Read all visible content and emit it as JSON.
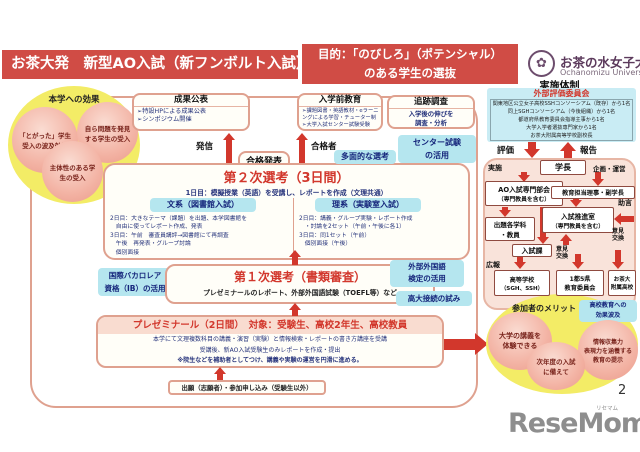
{
  "header": {
    "title": "お茶大発　新型AO入試（新フンボルト入試）",
    "purpose_line1": "目的：「のびしろ」（ポテンシャル）",
    "purpose_line2": "のある学生の選抜",
    "university_ja": "お茶の水女子大学",
    "university_en": "Ochanomizu University",
    "crest_icon": "✿"
  },
  "left": {
    "effects": {
      "title": "本学への効果",
      "circle1": "「とがった」学生受入の波及効果",
      "circle2": "自ら問題を発見する学生の受入",
      "circle3": "主体性のある学生の受入"
    },
    "seika": {
      "title": "成果公表",
      "items": [
        "特設HPによる成果公表",
        "シンポジウム開催"
      ]
    },
    "hasshin": "発信",
    "goukaku_happyou": "合格発表",
    "goukakusha": "合格者",
    "nyugakumae": {
      "title": "入学前教育",
      "items": [
        "課題図書・英語教材・eラーニングによる学習・チューター制",
        "大学入試センター試験受験"
      ]
    },
    "tsuiseki": {
      "title": "追跡調査",
      "line1": "入学後の伸びを",
      "line2": "調査・分析"
    },
    "center_katsuyou_line1": "センター試験",
    "center_katsuyou_line2": "の活用",
    "tamenteki": "多面的な選考",
    "senkou2": {
      "title": "第２次選考（3日間）",
      "day1": "1日目：模擬授業（英語）を受講し、レポートを作成（文理共通）",
      "bunkei_header": "文系（図書館入試）",
      "bunkei_lines": [
        "2日目：大きなテーマ（課題）を出題、本学図書館を",
        "　自由に使ってレポート作成、発表",
        "3日目：午前　審査員講評→図書館にて再調査",
        "　午後　再発表・グループ討論",
        "　個別面接"
      ],
      "rikei_header": "理系（実験室入試）",
      "rikei_lines": [
        "2日目：講義・グループ実験・レポート作成",
        "　・討論を2セット（午前・午後に各1）",
        "3日目：同1セット（午前）",
        "　個別面接（午後）"
      ]
    },
    "ib_line1": "国際バカロレア",
    "ib_line2": "資格（IB）の活用",
    "senkou1": {
      "title": "第１次選考（書類審査）",
      "body": "プレゼミナールのレポート、外部外国語試験（TOEFL等）など"
    },
    "gaikokugo_line1": "外部外国語",
    "gaikokugo_line2": "検定の活用",
    "koudai_setsuzoku": "高大接続の試み",
    "presemi": {
      "title": "プレゼミナール（2日間）　対象：受験生、高校2年生、高校教員",
      "line1": "本学にて文理複数科目の講義・演習（実験）と情報検索・レポートの書き方講座を受講",
      "line2": "受講後、新AO入試受験生のみレポートを作成・提出",
      "line3": "※院生などを補助者としてつけ、講義や実験の運営を円滑に進める。"
    },
    "shutsugan": "出願（志願者）・参加申し込み（受験生以外）"
  },
  "right": {
    "jisshi_taisei": "実施体制",
    "committee": {
      "title": "外部評価委員会",
      "members": [
        "関東地区公立女子高校SSHコンソーシアム（既存）から1名",
        "同上SGHコンソーシアム（今後組織）から1名",
        "都道府県教育委員会指導主事から1名",
        "大学入学者選抜専門家から1名",
        "お茶大附属高等学校副校長"
      ]
    },
    "hyouka": "評価",
    "houkoku": "報告",
    "org": {
      "gakuchou": "学長",
      "jisshi": "実施",
      "kikaku_unei": "企画・運営",
      "ao_line1": "AO入試専門部会",
      "ao_line2": "（専門教員を含む）",
      "riji": "教育担当理事・副学長",
      "shutsudai_line1": "出題各学科",
      "shutsudai_line2": "・教員",
      "suishin_line1": "入試推進室",
      "suishin_line2": "（専門教員を含む）",
      "jogen": "助言",
      "nyushika": "入試課",
      "iken_line1": "意見",
      "iken_line2": "交換",
      "kouhou": "広報"
    },
    "schools": [
      {
        "line1": "高等学校",
        "line2": "（SGH、SSH）"
      },
      {
        "line1": "1都5県",
        "line2": "教育委員会"
      },
      {
        "line1": "お茶大",
        "line2": "附属高校"
      }
    ],
    "merit": {
      "title": "参加者のメリット",
      "hakyuu_line1": "高校教育への",
      "hakyuu_line2": "効果波及",
      "circle1_line1": "大学の講義を",
      "circle1_line2": "体験できる",
      "circle2_line1": "次年度の入試",
      "circle2_line2": "に備えて",
      "circle3_line1": "情報収集力",
      "circle3_line2": "表現力を涵養する",
      "circle3_line3": "教育の提示"
    }
  },
  "footer": {
    "page_number": "2",
    "logo_text": "ReseMom.",
    "logo_ruby": "リセマム"
  }
}
